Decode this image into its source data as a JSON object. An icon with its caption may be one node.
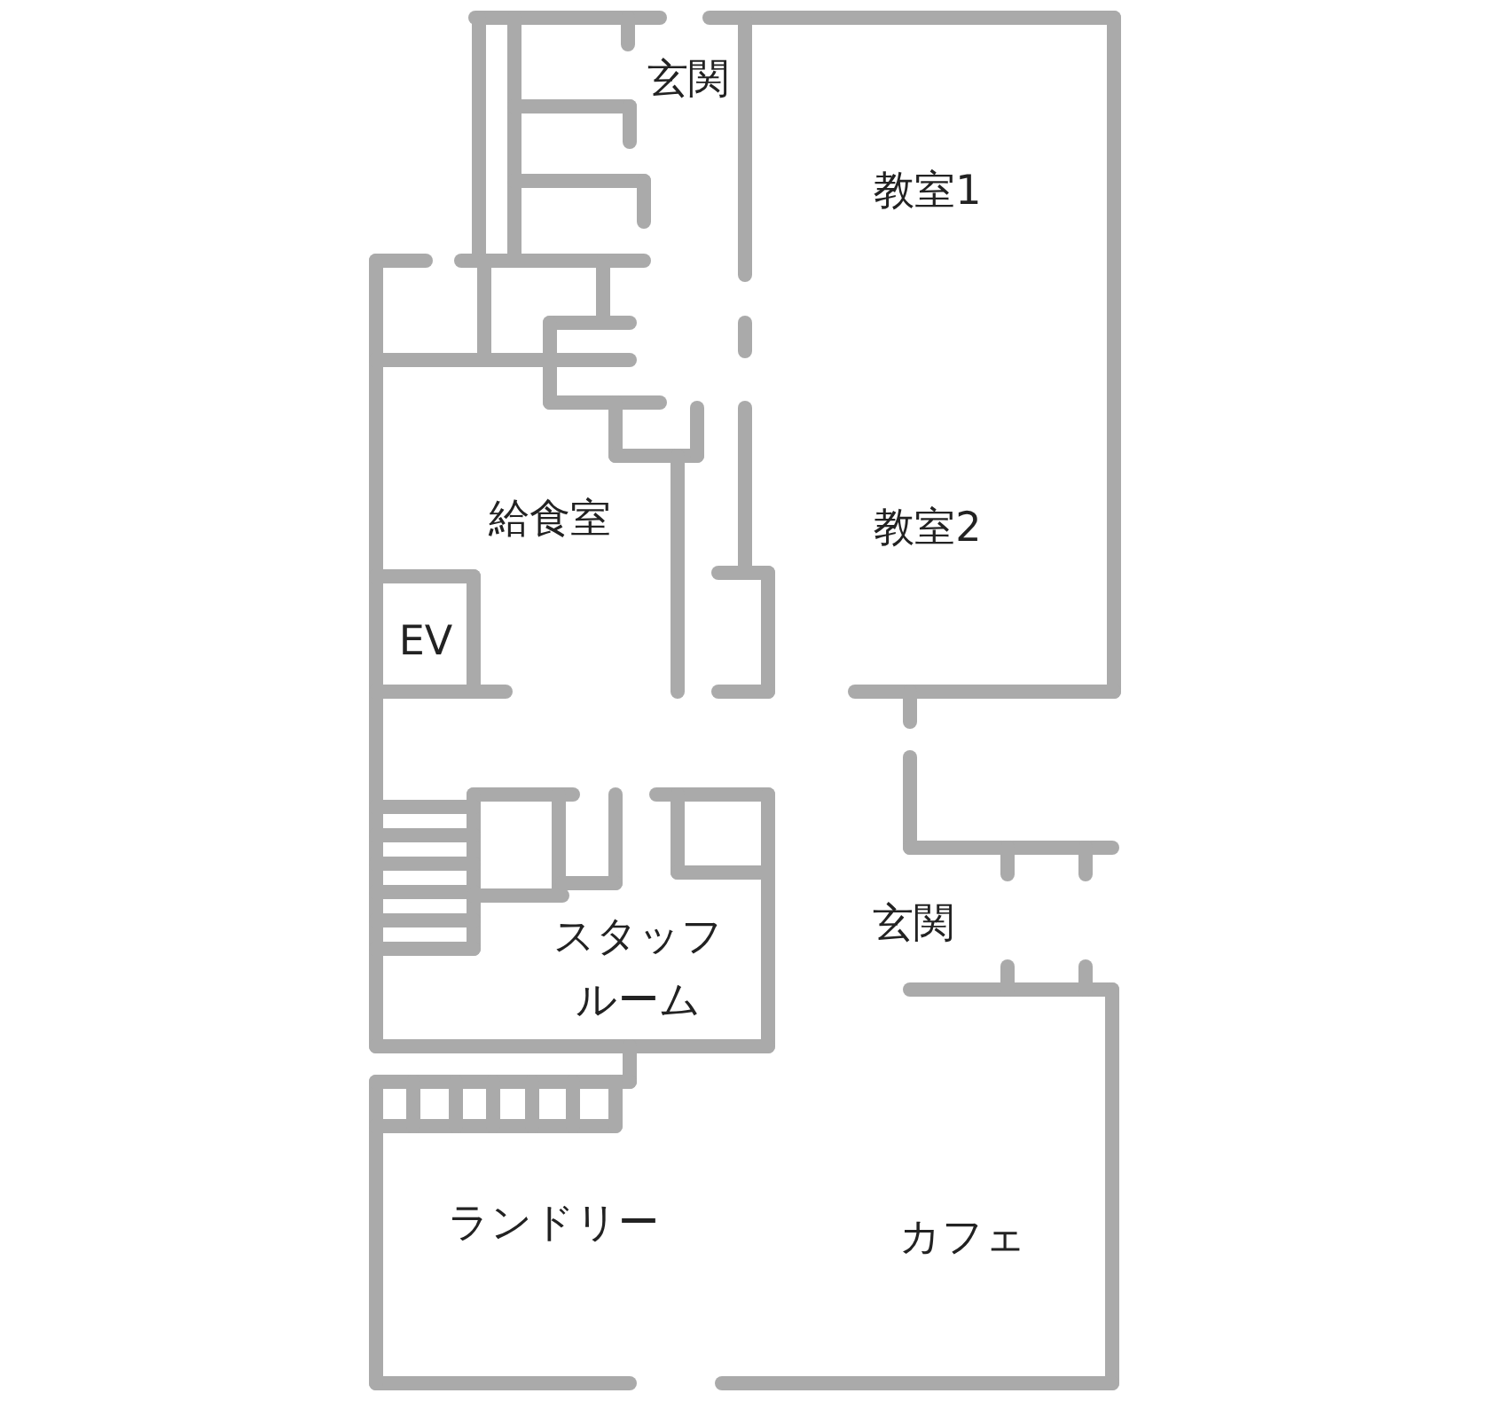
{
  "diagram": {
    "labels": [
      "玄関",
      "教室1",
      "給食室",
      "教室2",
      "EV",
      "玄関",
      "スタッフルーム",
      "ランドリー",
      "カフェ"
    ]
  }
}
